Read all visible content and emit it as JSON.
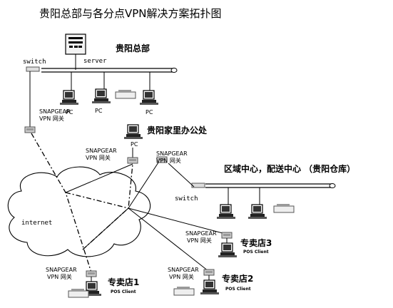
{
  "title": "贵阳总部与各分点VPN解决方案拓扑图",
  "headquarters": {
    "label": "贵阳总部",
    "switch_label": "switch",
    "server_label": "server",
    "pc_labels": [
      "PC",
      "PC",
      "PC"
    ]
  },
  "home_office": {
    "label": "贵阳家里办公处",
    "pc_label": "PC"
  },
  "regional_center": {
    "label": "区域中心，配送中心 （贵阳仓库）",
    "switch_label": "switch"
  },
  "internet_label": "internet",
  "gateway_labels": [
    {
      "line1": "SNAPGEAR",
      "line2": "VPN 网关"
    },
    {
      "line1": "SNAPGEAR",
      "line2": "VPN 网关"
    },
    {
      "line1": "SNAPGEAR",
      "line2": "VPN 网关"
    },
    {
      "line1": "SNAPGEAR",
      "line2": "VPN 网关"
    },
    {
      "line1": "SNAPGEAR",
      "line2": "VPN 网关"
    },
    {
      "line1": "SNAPGEAR",
      "line2": "VPN 网关"
    }
  ],
  "stores": [
    {
      "label": "专卖店1",
      "pos": "POS Client"
    },
    {
      "label": "专卖店2",
      "pos": "POS Client"
    },
    {
      "label": "专卖店3",
      "pos": "POS Client"
    }
  ]
}
